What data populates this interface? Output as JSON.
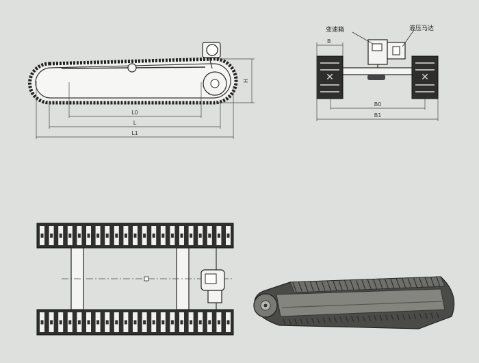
{
  "side_view": {
    "dim_labels": {
      "height": "H",
      "l0": "L0",
      "l": "L",
      "l1": "L1"
    }
  },
  "front_view": {
    "dim_labels": {
      "track_width": "B",
      "b0": "B0",
      "b1": "B1"
    },
    "callouts": {
      "gearbox": "变速箱",
      "hydraulic_motor": "液压马达"
    }
  },
  "top_view": {},
  "photo": {
    "colors": {
      "body": "#6e6e6a",
      "track": "#4a4a47"
    }
  }
}
